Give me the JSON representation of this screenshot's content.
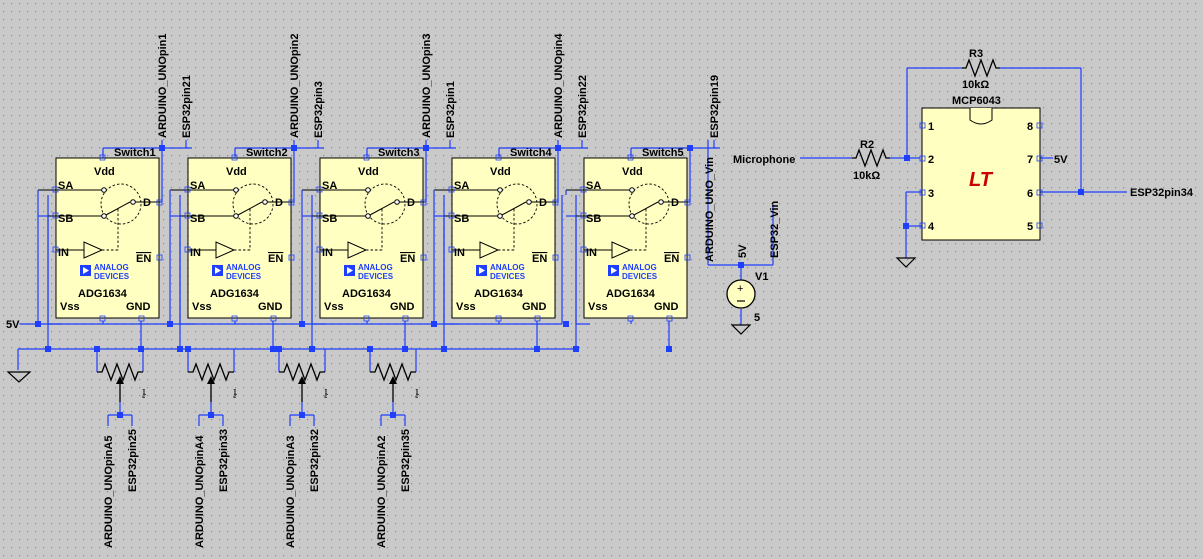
{
  "colors": {
    "background": "#c9c9c9",
    "wire": "#1f3fff",
    "part_fill": "#ffffc2",
    "lt_logo": "#cc0000",
    "grid": "#8a8a8a"
  },
  "switches": [
    {
      "name": "Switch1",
      "part": "ADG1634",
      "vendor_line1": "ANALOG",
      "vendor_line2": "DEVICES",
      "pin_vdd": "Vdd",
      "pin_sa": "SA",
      "pin_sb": "SB",
      "pin_d": "D",
      "pin_in": "IN",
      "pin_en": "EN",
      "pin_vss": "Vss",
      "pin_gnd": "GND",
      "net_top1": "ARDUINO_UNOpin1",
      "net_top2": "ESP32pin21"
    },
    {
      "name": "Switch2",
      "part": "ADG1634",
      "vendor_line1": "ANALOG",
      "vendor_line2": "DEVICES",
      "pin_vdd": "Vdd",
      "pin_sa": "SA",
      "pin_sb": "SB",
      "pin_d": "D",
      "pin_in": "IN",
      "pin_en": "EN",
      "pin_vss": "Vss",
      "pin_gnd": "GND",
      "net_top1": "ARDUINO_UNOpin2",
      "net_top2": "ESP32pin3"
    },
    {
      "name": "Switch3",
      "part": "ADG1634",
      "vendor_line1": "ANALOG",
      "vendor_line2": "DEVICES",
      "pin_vdd": "Vdd",
      "pin_sa": "SA",
      "pin_sb": "SB",
      "pin_d": "D",
      "pin_in": "IN",
      "pin_en": "EN",
      "pin_vss": "Vss",
      "pin_gnd": "GND",
      "net_top1": "ARDUINO_UNOpin3",
      "net_top2": "ESP32pin1"
    },
    {
      "name": "Switch4",
      "part": "ADG1634",
      "vendor_line1": "ANALOG",
      "vendor_line2": "DEVICES",
      "pin_vdd": "Vdd",
      "pin_sa": "SA",
      "pin_sb": "SB",
      "pin_d": "D",
      "pin_in": "IN",
      "pin_en": "EN",
      "pin_vss": "Vss",
      "pin_gnd": "GND",
      "net_top1": "ARDUINO_UNOpin4",
      "net_top2": "ESP32pin22"
    },
    {
      "name": "Switch5",
      "part": "ADG1634",
      "vendor_line1": "ANALOG",
      "vendor_line2": "DEVICES",
      "pin_vdd": "Vdd",
      "pin_sa": "SA",
      "pin_sb": "SB",
      "pin_d": "D",
      "pin_in": "IN",
      "pin_en": "EN",
      "pin_vss": "Vss",
      "pin_gnd": "GND",
      "net_top1": "",
      "net_top2": "ESP32pin19"
    }
  ],
  "pots": [
    {
      "net1": "ARDUINO_UNOpinA5",
      "net2": "ESP32pin25"
    },
    {
      "net1": "ARDUINO_UNOpinA4",
      "net2": "ESP32pin33"
    },
    {
      "net1": "ARDUINO_UNOpinA3",
      "net2": "ESP32pin32"
    },
    {
      "net1": "ARDUINO_UNOpinA2",
      "net2": "ESP32pin35"
    }
  ],
  "supply": {
    "rail_5v": "5V",
    "net_uno_vin": "ARDUINO_UNO_Vin",
    "net_esp_vin": "ESP32_Vin",
    "src_top": "5V",
    "src_name": "V1",
    "src_value": "5"
  },
  "opamp": {
    "name": "MCP6043",
    "logo": "LT",
    "pins_left": [
      "1",
      "2",
      "3",
      "4"
    ],
    "pins_right": [
      "8",
      "7",
      "6",
      "5"
    ],
    "r2_name": "R2",
    "r2_value": "10kΩ",
    "r3_name": "R3",
    "r3_value": "10kΩ",
    "net_in": "Microphone",
    "net_out": "ESP32pin34",
    "net_vdd": "5V"
  }
}
